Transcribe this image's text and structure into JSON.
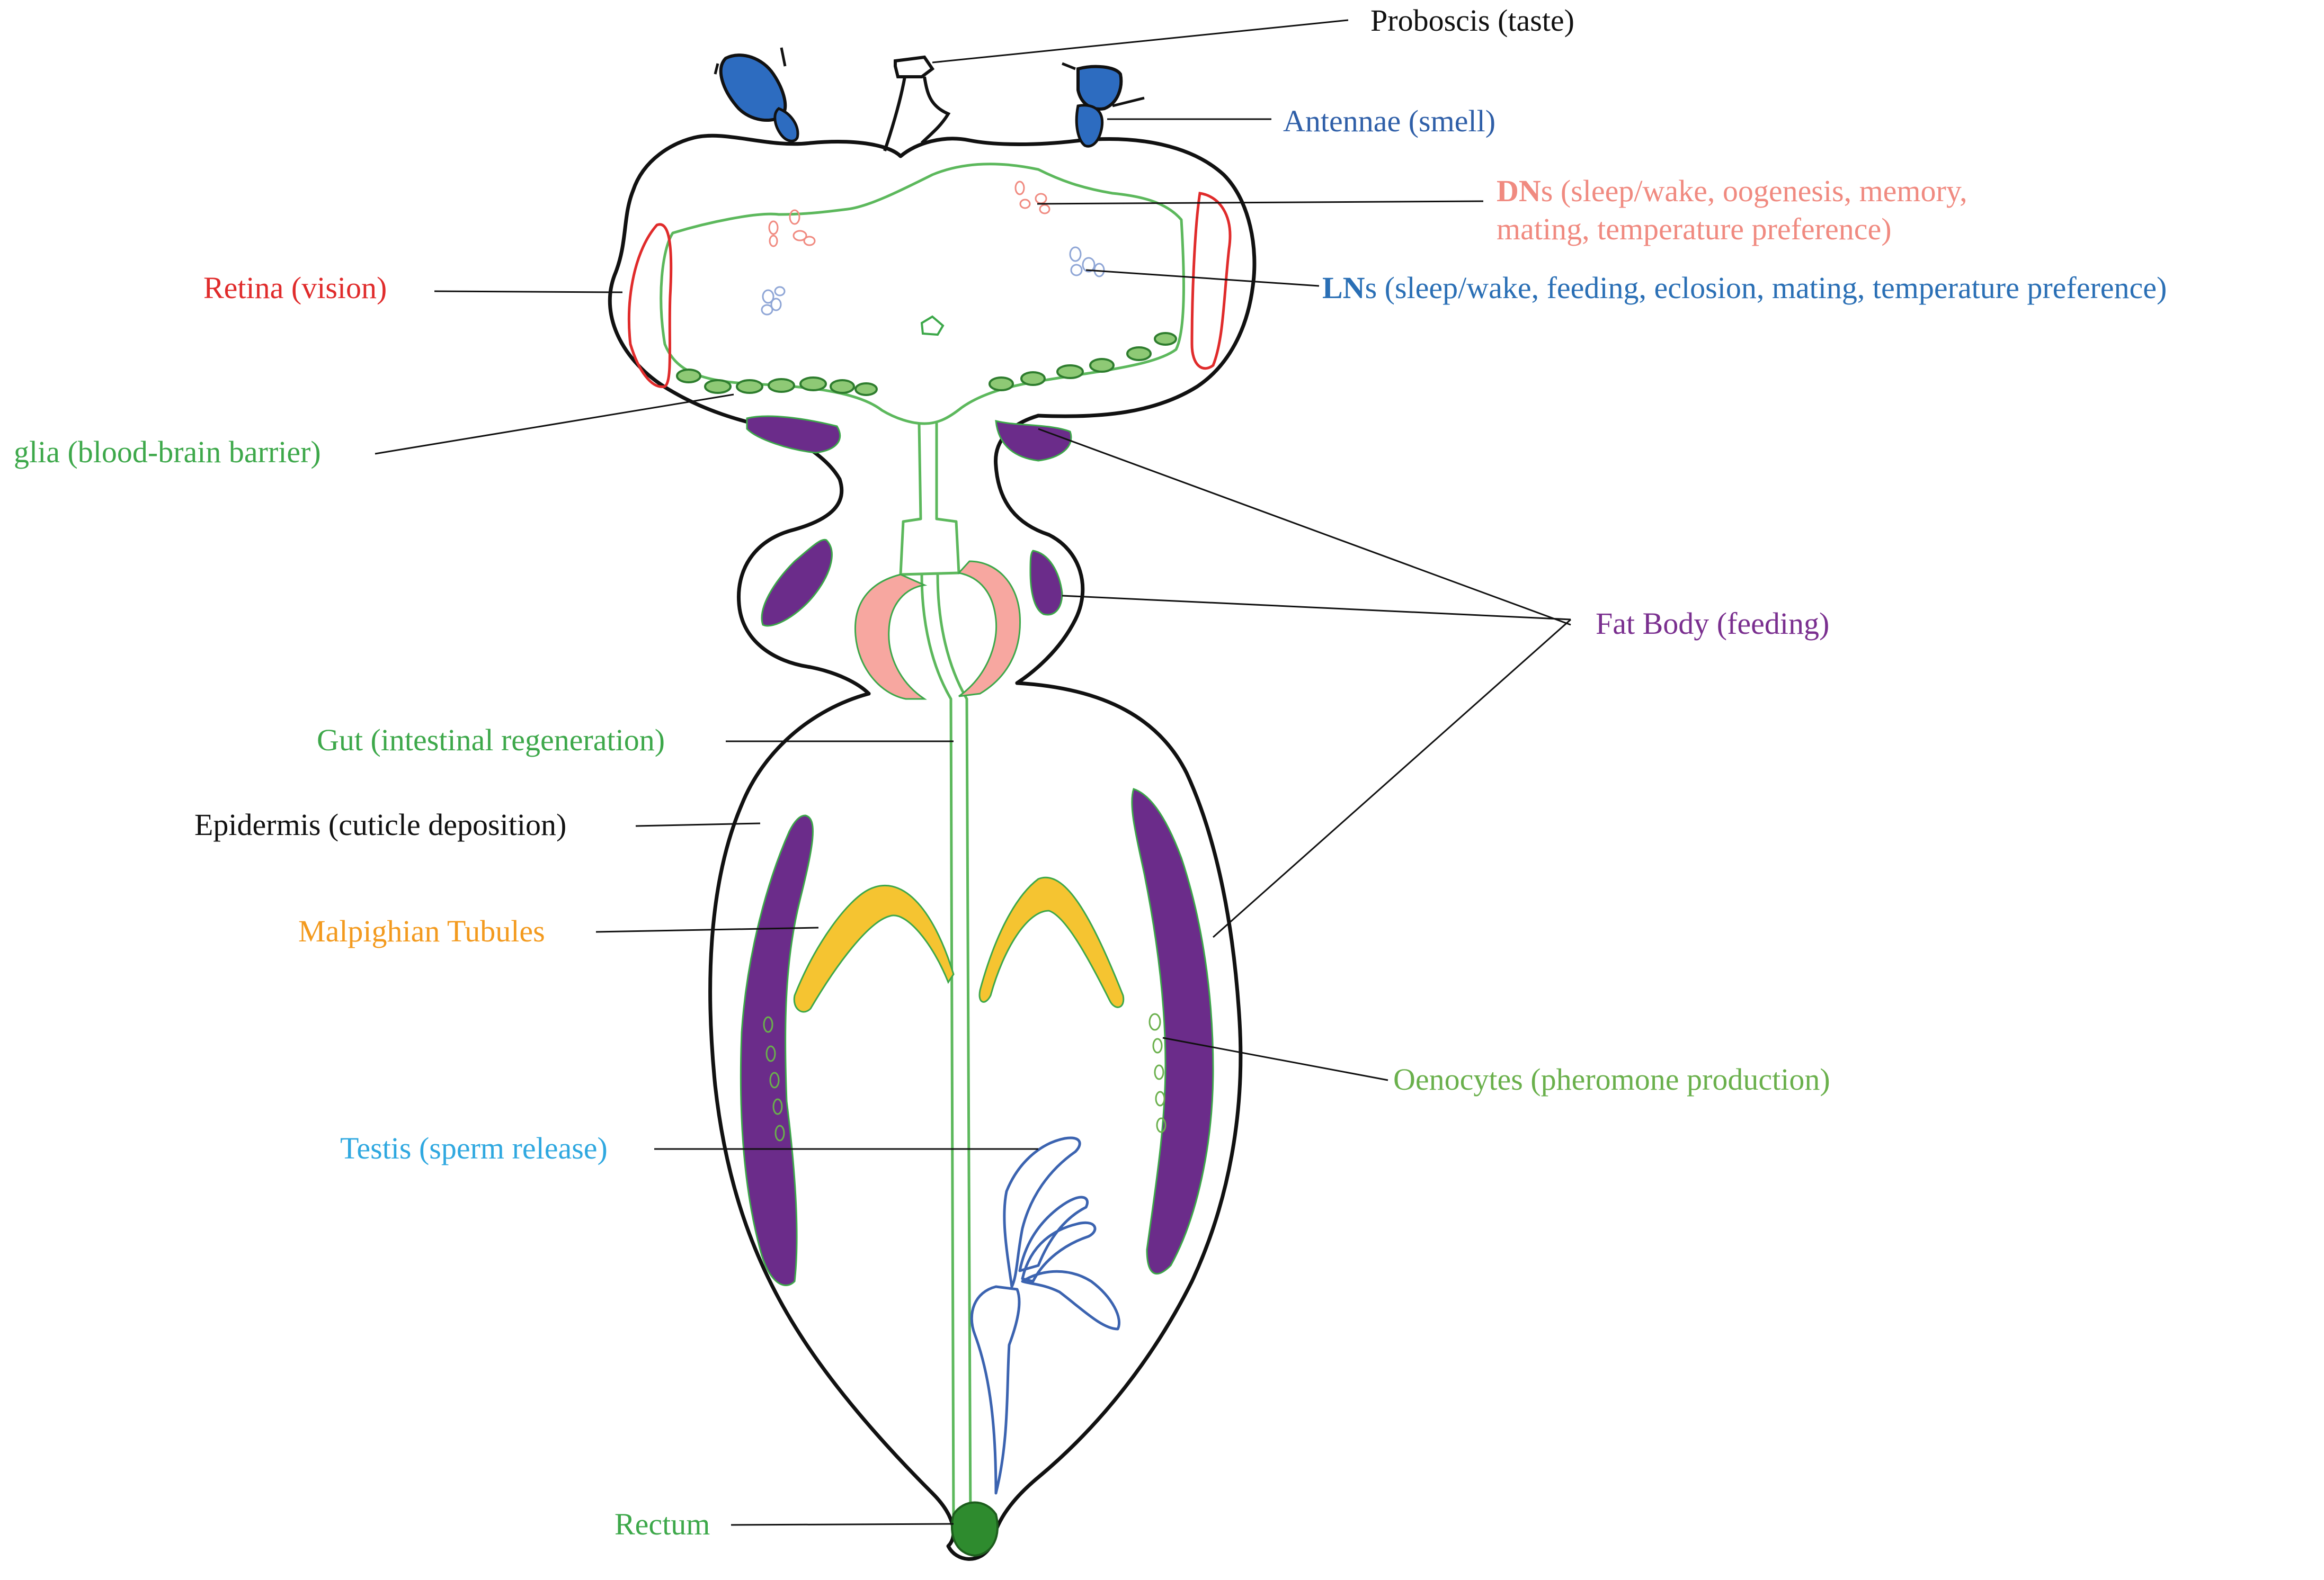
{
  "colors": {
    "black": "#111111",
    "antennae": "#2f5fa8",
    "dn": "#f08a80",
    "ln": "#2a6fb5",
    "retina": "#e02b2b",
    "glia": "#3da84a",
    "fat_body": "#7a2f8f",
    "gut": "#3da84a",
    "malpighian": "#f39a1e",
    "oenocytes": "#6ab04c",
    "testis": "#2fa8e0",
    "rectum": "#3da84a",
    "fill_purple": "#6b2c8a",
    "fill_yellow": "#f5c431",
    "fill_pink": "#f7a7a0",
    "fill_blue": "#2d6cc0",
    "fill_green_dark": "#2e8b2e"
  },
  "labels": {
    "proboscis": "Proboscis (taste)",
    "antennae": "Antennae (smell)",
    "dn_bold": "DN",
    "dn_rest_line1": "s (sleep/wake, oogenesis, memory,",
    "dn_line2": "mating, temperature preference)",
    "ln_bold": "LN",
    "ln_rest": "s (sleep/wake, feeding, eclosion, mating, temperature preference)",
    "retina": "Retina (vision)",
    "glia": "glia (blood-brain barrier)",
    "fat_body": "Fat Body (feeding)",
    "gut": "Gut (intestinal regeneration)",
    "epidermis": "Epidermis (cuticle deposition)",
    "malpighian": "Malpighian Tubules",
    "oenocytes": "Oenocytes (pheromone production)",
    "testis": "Testis (sperm release)",
    "rectum": "Rectum"
  }
}
